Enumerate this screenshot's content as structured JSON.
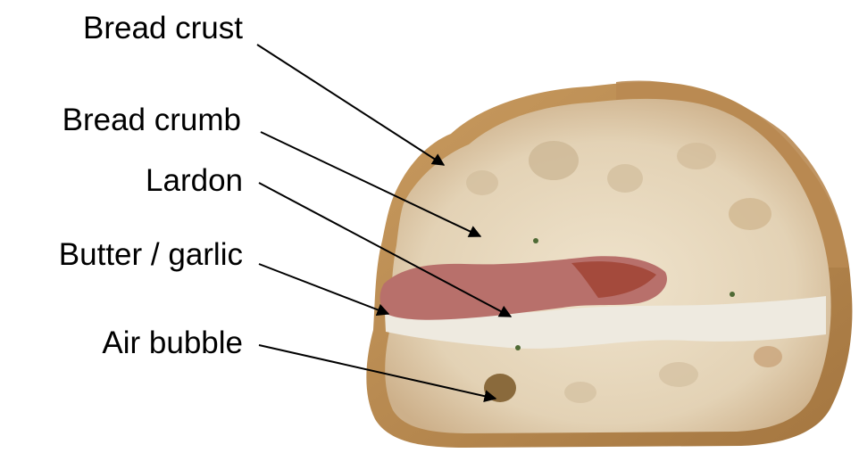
{
  "labels": {
    "crust": "Bread crust",
    "crumb": "Bread crumb",
    "lardon": "Lardon",
    "butter_garlic": "Butter / garlic",
    "air_bubble": "Air bubble"
  },
  "colors": {
    "crust": "#b98a52",
    "crumb": "#e6d6bb",
    "lardon": "#b8706b",
    "butter_garlic": "#eeeae0",
    "air_bubble": "#8a6a3c",
    "arrow": "#000000"
  }
}
